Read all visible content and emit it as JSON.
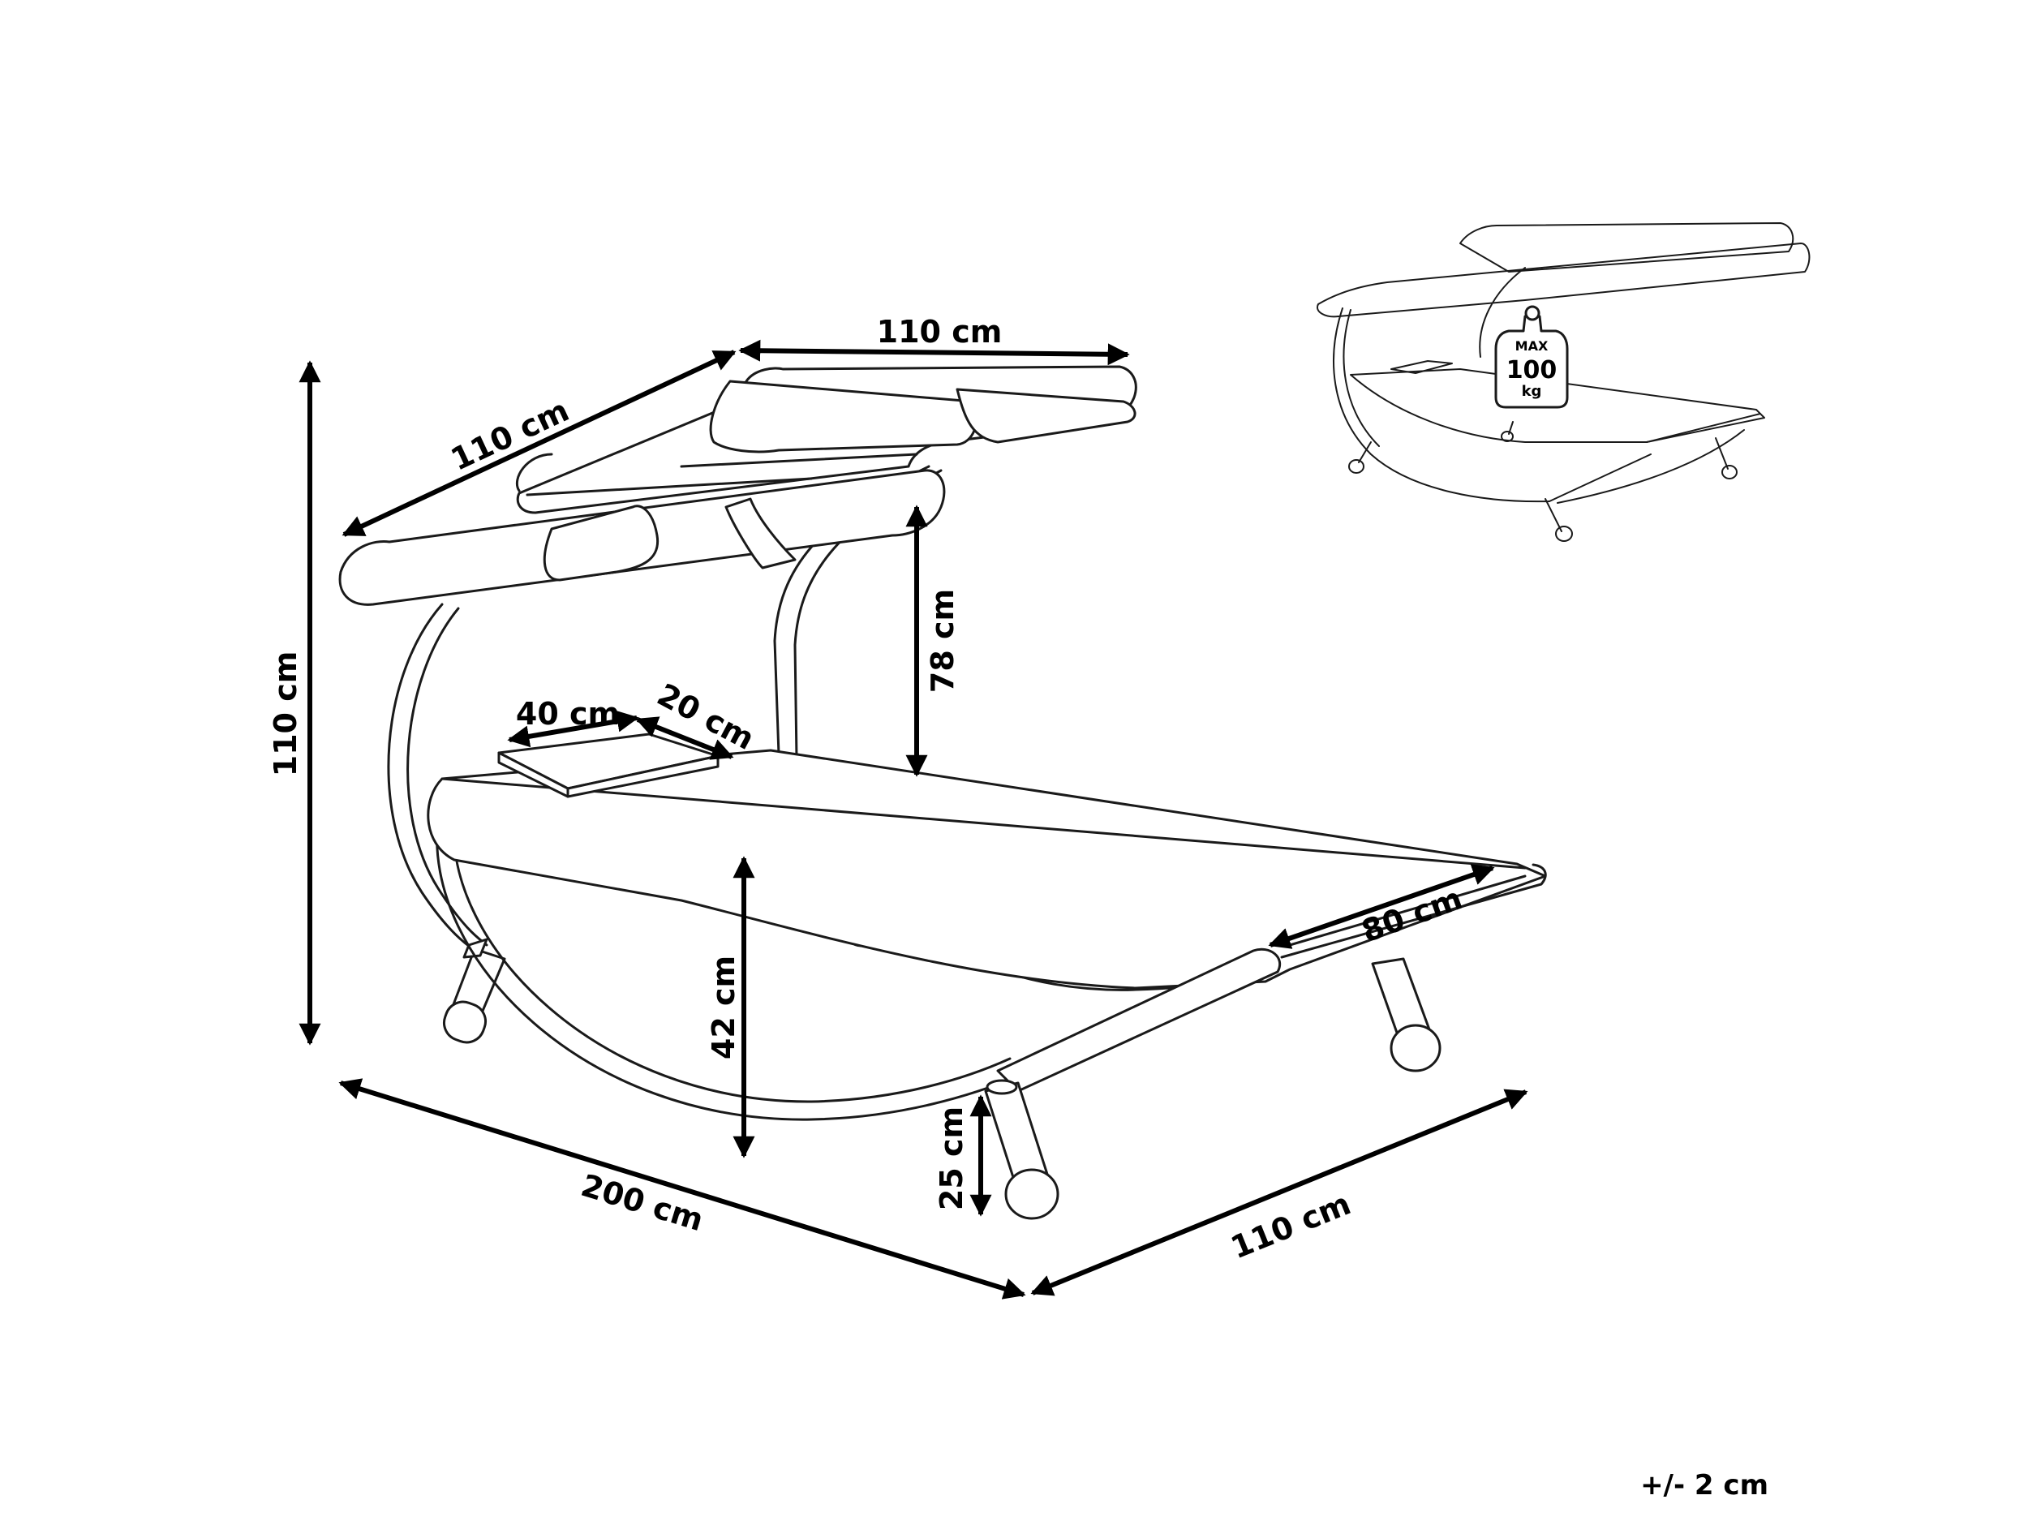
{
  "dimensions": {
    "canopy_front_width": "110 cm",
    "canopy_side_depth": "110 cm",
    "total_height": "110 cm",
    "canopy_clearance_height": "78 cm",
    "pillow_length": "40 cm",
    "pillow_depth": "20 cm",
    "seat_height": "42 cm",
    "seat_width": "80 cm",
    "leg_height": "25 cm",
    "total_length": "200 cm",
    "total_width": "110 cm"
  },
  "tolerance": "+/- 2 cm",
  "weight_limit": {
    "max": "MAX",
    "value": "100",
    "unit": "kg"
  }
}
